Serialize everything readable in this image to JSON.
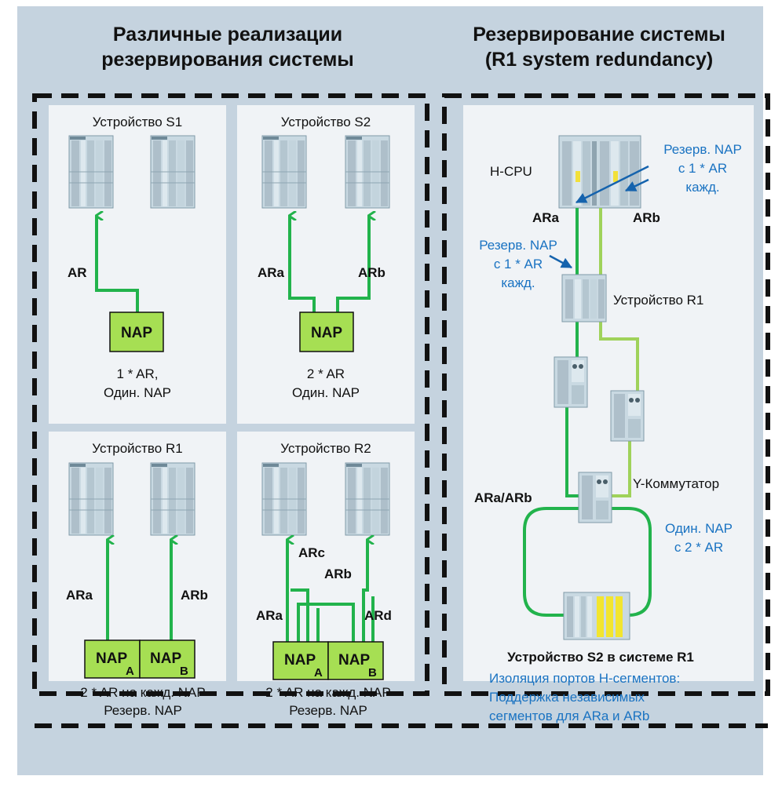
{
  "left": {
    "title_line1": "Различные реализации",
    "title_line2": "резервирования системы",
    "panels": {
      "s1": {
        "title": "Устройство S1",
        "ar_label": "AR",
        "nap_label": "NAP",
        "caption_line1": "1 * AR,",
        "caption_line2": "Один. NAP"
      },
      "s2": {
        "title": "Устройство S2",
        "ara_label": "ARa",
        "arb_label": "ARb",
        "nap_label": "NAP",
        "caption_line1": "2 * AR",
        "caption_line2": "Один. NAP"
      },
      "r1": {
        "title": "Устройство R1",
        "ara_label": "ARa",
        "arb_label": "ARb",
        "nap_a": "NAP",
        "nap_a_sub": "A",
        "nap_b": "NAP",
        "nap_b_sub": "B",
        "caption_line1": "2 * AR на кажд. NAP",
        "caption_line2": "Резерв. NAP"
      },
      "r2": {
        "title": "Устройство R2",
        "ara_label": "ARa",
        "arb_label": "ARb",
        "arc_label": "ARc",
        "ard_label": "ARd",
        "nap_a": "NAP",
        "nap_a_sub": "A",
        "nap_b": "NAP",
        "nap_b_sub": "B",
        "caption_line1": "2 * AR на кажд. NAP",
        "caption_line2": "Резерв. NAP"
      }
    }
  },
  "right": {
    "title_line1": "Резервирование системы",
    "title_line2": "(R1 system redundancy)",
    "hcpu_label": "H-CPU",
    "ara_label": "ARa",
    "arb_label": "ARb",
    "note_top_line1": "Резерв. NAP",
    "note_top_line2": "с 1 * AR",
    "note_top_line3": "кажд.",
    "note_mid_line1": "Резерв. NAP",
    "note_mid_line2": "с 1 * AR",
    "note_mid_line3": "кажд.",
    "device_r1_label": "Устройство R1",
    "y_switch_label": "Y-Коммутатор",
    "ara_arb_label": "ARa/ARb",
    "single_nap_line1": "Один. NAP",
    "single_nap_line2": "с 2 * AR",
    "s2_in_r1_label": "Устройство S2 в системе R1",
    "footer_line1": "Изоляция портов H-сегментов:",
    "footer_line2": "Поддержка независимых",
    "footer_line3": "сегментов для ARa и ARb"
  },
  "colors": {
    "background": "#c5d3df",
    "panel": "#f0f3f6",
    "green_dark": "#22b34c",
    "green_light": "#9fd25a",
    "nap_fill": "#a6df53",
    "blue_text": "#1a73c2",
    "arrow_blue": "#1563ad"
  }
}
